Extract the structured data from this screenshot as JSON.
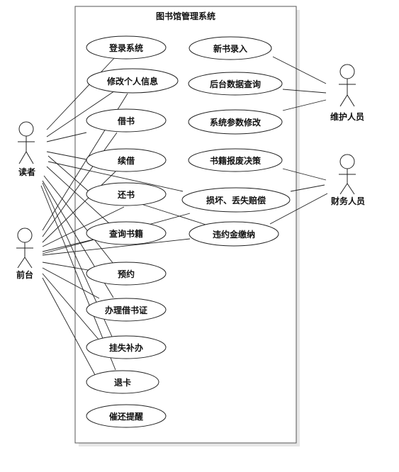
{
  "system": {
    "title": "图书馆管理系统"
  },
  "actors": {
    "reader": "读者",
    "frontdesk": "前台",
    "maintainer": "维护人员",
    "finance": "财务人员"
  },
  "use_cases": {
    "login": "登录系统",
    "edit_info": "修改个人信息",
    "borrow": "借书",
    "renew": "续借",
    "return": "还书",
    "query": "查询书籍",
    "reserve": "预约",
    "card_apply": "办理借书证",
    "report_loss": "挂失补办",
    "cancel_card": "退卡",
    "remind": "催还提醒",
    "new_book": "新书录入",
    "backend_query": "后台数据查询",
    "param_edit": "系统参数修改",
    "discard": "书籍报废决策",
    "compensation": "损坏、丢失赔偿",
    "fine": "违约金缴纳"
  }
}
